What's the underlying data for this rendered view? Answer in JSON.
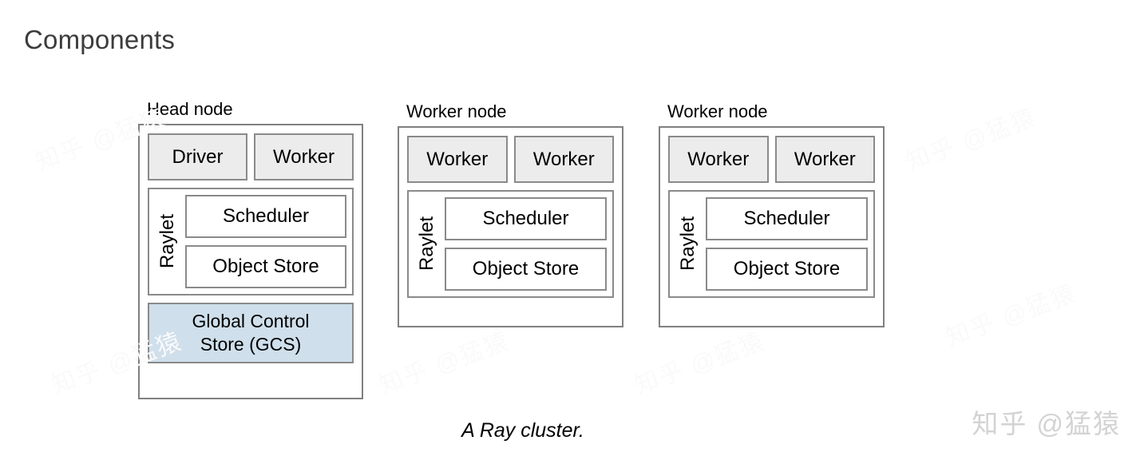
{
  "page": {
    "title": "Components",
    "caption": "A Ray cluster.",
    "watermark": "知乎 @猛猿",
    "background": "#ffffff"
  },
  "colors": {
    "title_color": "#3c3c3c",
    "node_border": "#808080",
    "inner_border": "#8a8a8a",
    "process_fill": "#ececec",
    "gcs_fill": "#cfdfeb",
    "watermark_color": "#d3d3d3"
  },
  "diagram": {
    "type": "block-diagram",
    "nodes": [
      {
        "label": "Head node",
        "processes": [
          "Driver",
          "Worker"
        ],
        "raylet": {
          "label": "Raylet",
          "components": [
            "Scheduler",
            "Object Store"
          ]
        },
        "gcs": {
          "line1": "Global Control",
          "line2": "Store (GCS)"
        }
      },
      {
        "label": "Worker node",
        "processes": [
          "Worker",
          "Worker"
        ],
        "raylet": {
          "label": "Raylet",
          "components": [
            "Scheduler",
            "Object Store"
          ]
        },
        "gcs": null
      },
      {
        "label": "Worker node",
        "processes": [
          "Worker",
          "Worker"
        ],
        "raylet": {
          "label": "Raylet",
          "components": [
            "Scheduler",
            "Object Store"
          ]
        },
        "gcs": null
      }
    ]
  }
}
